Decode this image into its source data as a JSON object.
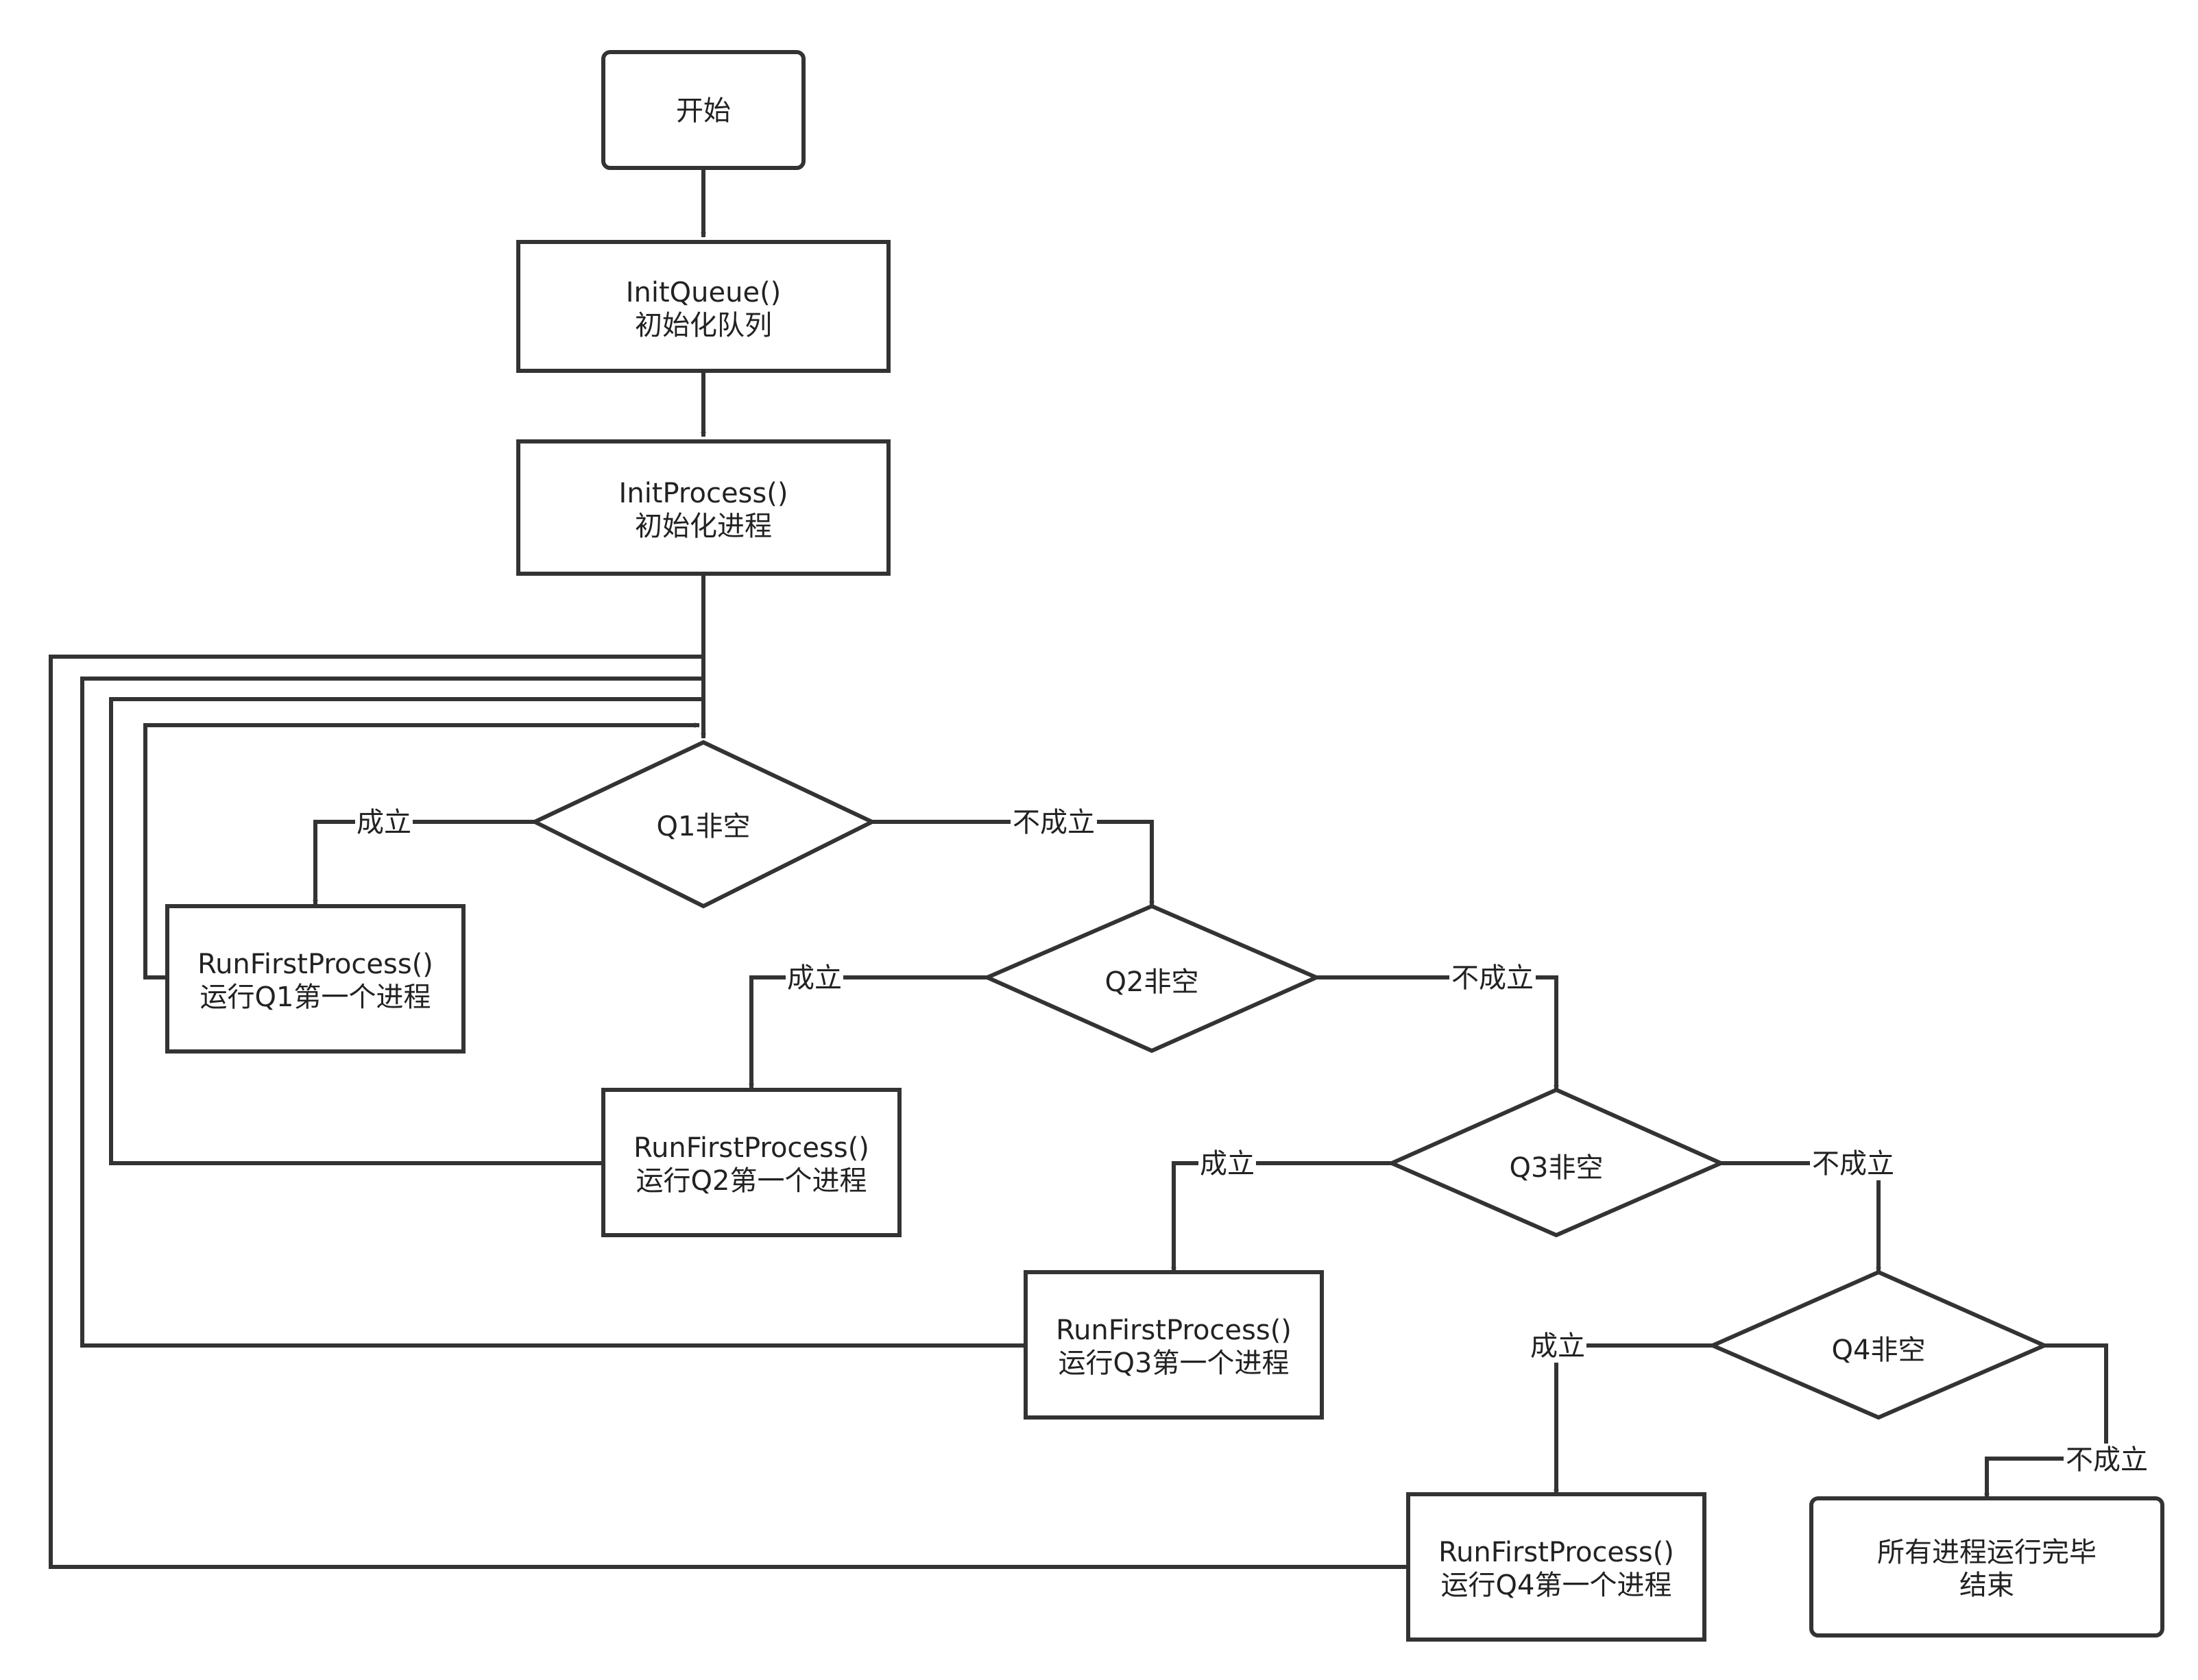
{
  "colors": {
    "stroke": "#333333",
    "background": "#ffffff",
    "text": "#222222"
  },
  "nodes": {
    "start": {
      "lines": [
        "开始"
      ]
    },
    "initqueue": {
      "lines": [
        "InitQueue()",
        "初始化队列"
      ]
    },
    "initproc": {
      "lines": [
        "InitProcess()",
        "初始化进程"
      ]
    },
    "q1": {
      "lines": [
        "Q1非空"
      ]
    },
    "q2": {
      "lines": [
        "Q2非空"
      ]
    },
    "q3": {
      "lines": [
        "Q3非空"
      ]
    },
    "q4": {
      "lines": [
        "Q4非空"
      ]
    },
    "run1": {
      "lines": [
        "RunFirstProcess()",
        "运行Q1第一个进程"
      ]
    },
    "run2": {
      "lines": [
        "RunFirstProcess()",
        "运行Q2第一个进程"
      ]
    },
    "run3": {
      "lines": [
        "RunFirstProcess()",
        "运行Q3第一个进程"
      ]
    },
    "run4": {
      "lines": [
        "RunFirstProcess()",
        "运行Q4第一个进程"
      ]
    },
    "end": {
      "lines": [
        "所有进程运行完毕",
        "结束"
      ]
    }
  },
  "edge_labels": {
    "q1_yes": "成立",
    "q1_no": "不成立",
    "q2_yes": "成立",
    "q2_no": "不成立",
    "q3_yes": "成立",
    "q3_no": "不成立",
    "q4_yes": "成立",
    "q4_no": "不成立"
  }
}
